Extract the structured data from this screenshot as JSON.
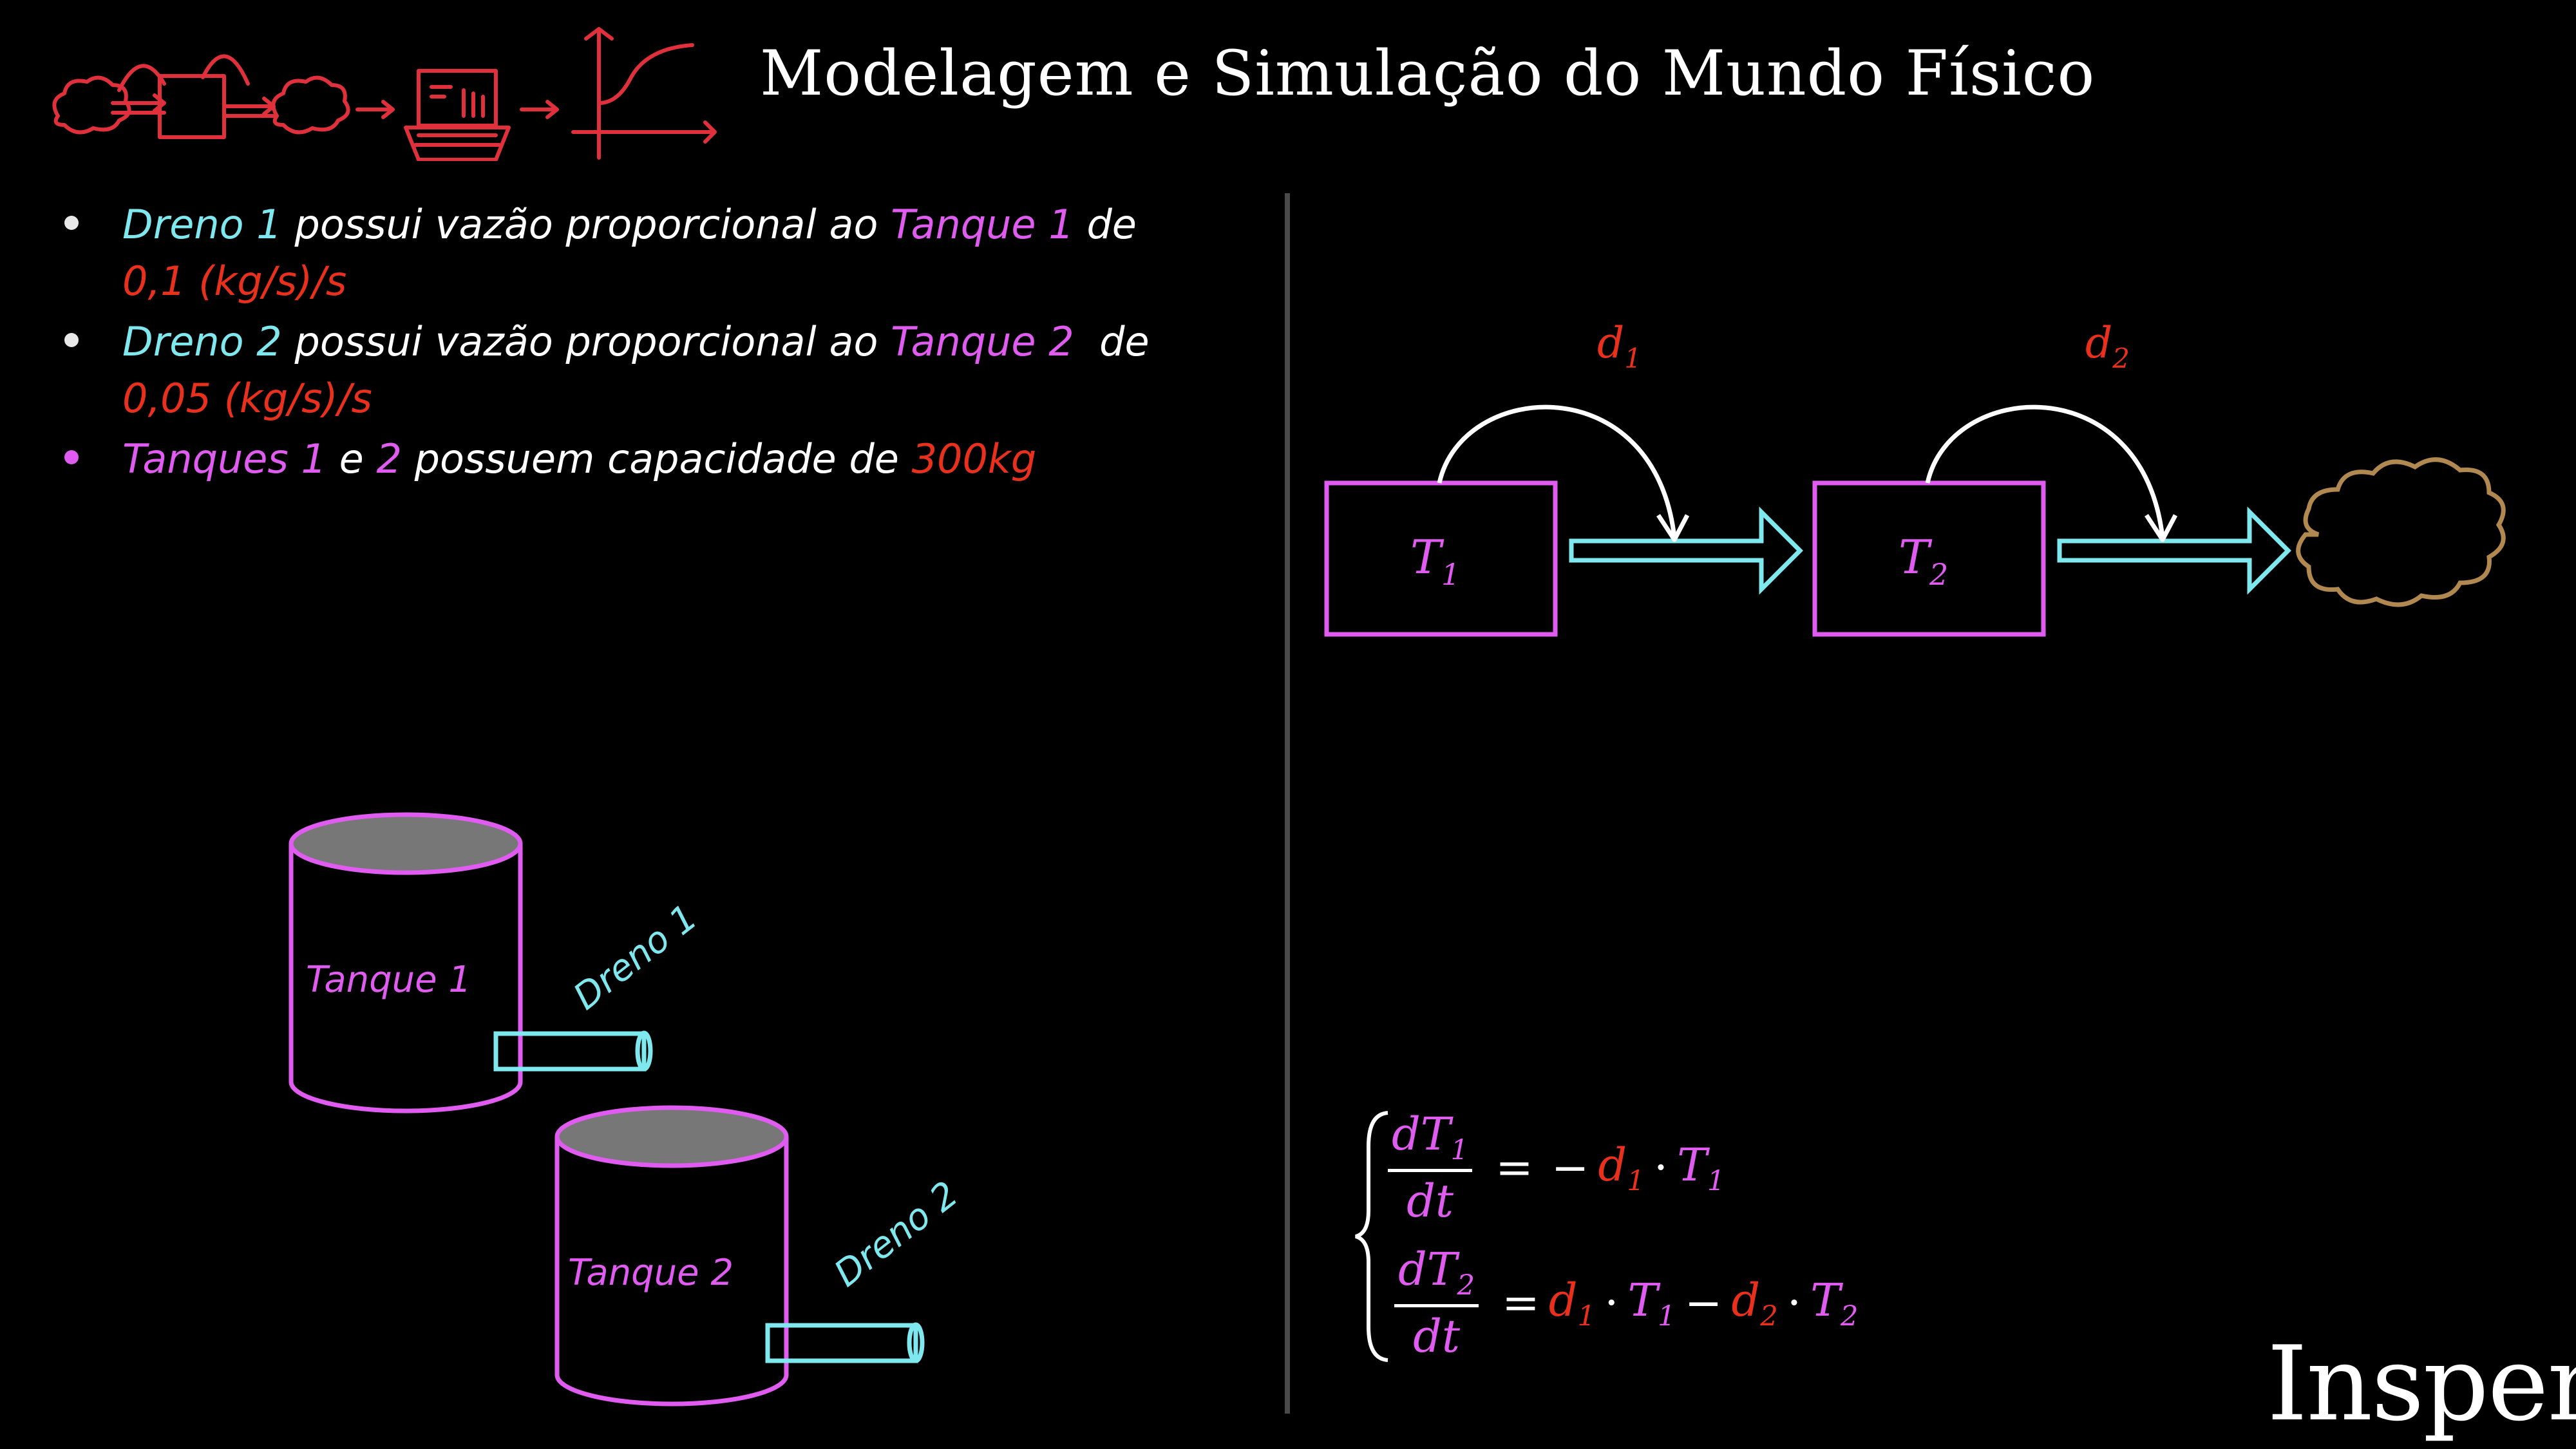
{
  "header": {
    "title": "Modelagem e Simulação do Mundo Físico"
  },
  "bullets": [
    {
      "dot_color": "#e8e8e8",
      "parts": [
        {
          "text": "Dreno 1",
          "color": "cyan"
        },
        {
          "text": " possui vazão proporcional ao ",
          "color": "white"
        },
        {
          "text": "Tanque 1",
          "color": "magenta"
        },
        {
          "text": " de ",
          "color": "white"
        }
      ],
      "line2": {
        "text": "0,1 (kg/s)/s",
        "color": "red"
      }
    },
    {
      "dot_color": "#e8e8e8",
      "parts": [
        {
          "text": "Dreno 2",
          "color": "cyan"
        },
        {
          "text": " possui vazão proporcional ao ",
          "color": "white"
        },
        {
          "text": "Tanque 2",
          "color": "magenta"
        },
        {
          "text": "  de",
          "color": "white"
        }
      ],
      "line2": {
        "text": "0,05 (kg/s)/s",
        "color": "red"
      }
    },
    {
      "dot_color": "#e05bf0",
      "parts": [
        {
          "text": "Tanques 1",
          "color": "magenta"
        },
        {
          "text": " e ",
          "color": "white"
        },
        {
          "text": "2",
          "color": "magenta"
        },
        {
          "text": " possuem capacidade de ",
          "color": "white"
        },
        {
          "text": "300kg",
          "color": "red"
        }
      ]
    }
  ],
  "diagram": {
    "box1_label": "T",
    "box1_sub": "1",
    "box2_label": "T",
    "box2_sub": "2",
    "drain1_label": "d",
    "drain1_sub": "1",
    "drain2_label": "d",
    "drain2_sub": "2"
  },
  "tanks": {
    "tank1_label": "Tanque 1",
    "tank2_label": "Tanque 2",
    "drain1_label": "Dreno 1",
    "drain2_label": "Dreno 2"
  },
  "equations": {
    "eq1": {
      "lhs_num": "dT",
      "lhs_num_sub": "1",
      "lhs_den": "dt",
      "rhs": [
        {
          "text": "=",
          "color": "white",
          "op": true
        },
        {
          "text": "−",
          "color": "white",
          "op": true
        },
        {
          "text": "d",
          "sub": "1",
          "color": "red"
        },
        {
          "text": "·",
          "color": "white",
          "op": true
        },
        {
          "text": "T",
          "sub": "1",
          "color": "magenta"
        }
      ]
    },
    "eq2": {
      "lhs_num": "dT",
      "lhs_num_sub": "2",
      "lhs_den": "dt",
      "rhs": [
        {
          "text": "=",
          "color": "white",
          "op": true
        },
        {
          "text": "d",
          "sub": "1",
          "color": "red"
        },
        {
          "text": "·",
          "color": "white",
          "op": true
        },
        {
          "text": "T",
          "sub": "1",
          "color": "magenta"
        },
        {
          "text": "−",
          "color": "white",
          "op": true
        },
        {
          "text": "d",
          "sub": "2",
          "color": "red"
        },
        {
          "text": "·",
          "color": "white",
          "op": true
        },
        {
          "text": "T",
          "sub": "2",
          "color": "magenta"
        }
      ]
    }
  },
  "logo": "Insper",
  "colors": {
    "cyan": "#7ee8ee",
    "magenta": "#e05bf0",
    "red": "#e8301c",
    "cloud": "#b08850",
    "header_icons": "#e0303c"
  }
}
